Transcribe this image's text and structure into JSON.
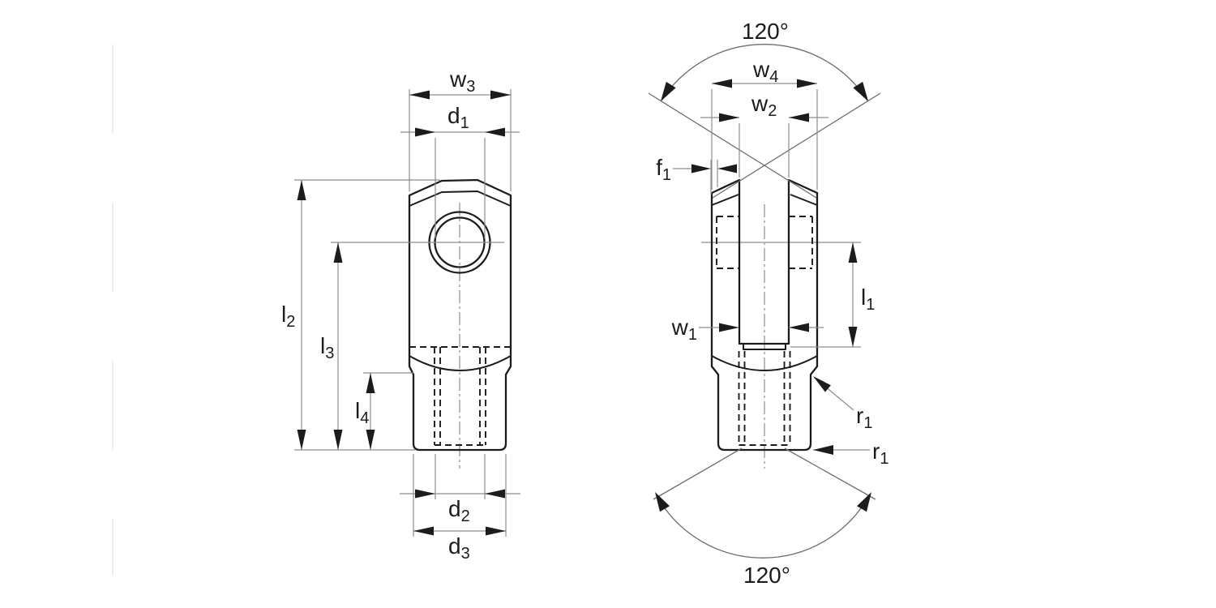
{
  "drawing": {
    "type": "technical-drawing",
    "description": "Clevis fork end, two orthographic views with dimension callouts",
    "colors": {
      "background": "#ffffff",
      "outline": "#1c1c1c",
      "dimension_lines": "#8d8d8d",
      "text": "#1c1c1c"
    },
    "labels": {
      "w3": {
        "main": "w",
        "sub": "3"
      },
      "d1": {
        "main": "d",
        "sub": "1"
      },
      "l2": {
        "main": "l",
        "sub": "2"
      },
      "l3": {
        "main": "l",
        "sub": "3"
      },
      "l4": {
        "main": "l",
        "sub": "4"
      },
      "d2": {
        "main": "d",
        "sub": "2"
      },
      "d3": {
        "main": "d",
        "sub": "3"
      },
      "angle_top": {
        "text": "120°"
      },
      "w4": {
        "main": "w",
        "sub": "4"
      },
      "w2": {
        "main": "w",
        "sub": "2"
      },
      "f1": {
        "main": "f",
        "sub": "1"
      },
      "w1": {
        "main": "w",
        "sub": "1"
      },
      "l1": {
        "main": "l",
        "sub": "1"
      },
      "r1_upper": {
        "main": "r",
        "sub": "1"
      },
      "r1_lower": {
        "main": "r",
        "sub": "1"
      },
      "angle_bottom": {
        "text": "120°"
      }
    }
  }
}
